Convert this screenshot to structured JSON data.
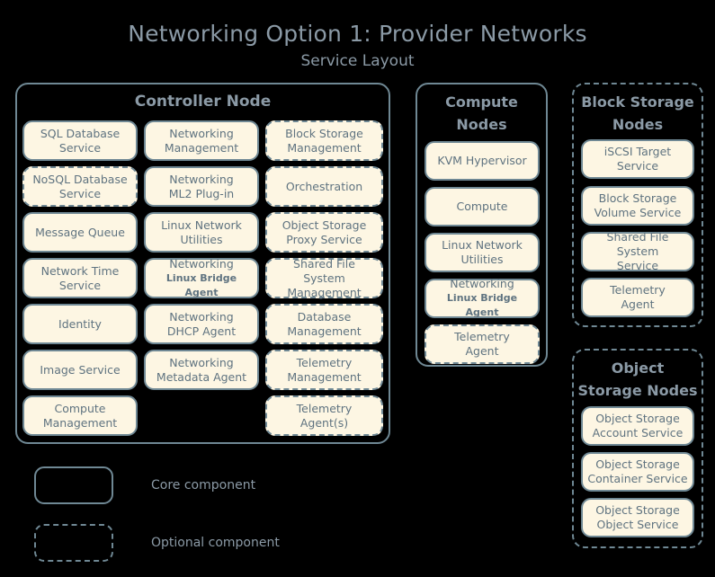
{
  "title": {
    "main": "Networking Option 1: Provider Networks",
    "sub": "Service Layout"
  },
  "sections": {
    "controller": {
      "name": "Controller Node",
      "style": "core",
      "columns": [
        {
          "boxes": [
            {
              "line1": "SQL Database",
              "line2": "Service",
              "style": "core"
            },
            {
              "line1": "NoSQL Database",
              "line2": "Service",
              "style": "optional"
            },
            {
              "line1": "Message Queue",
              "line2": "",
              "style": "core"
            },
            {
              "line1": "Network Time",
              "line2": "Service",
              "style": "core"
            },
            {
              "line1": "Identity",
              "line2": "",
              "style": "core"
            },
            {
              "line1": "Image Service",
              "line2": "",
              "style": "core"
            },
            {
              "line1": "Compute",
              "line2": "Management",
              "style": "core"
            }
          ]
        },
        {
          "boxes": [
            {
              "line1": "Networking",
              "line2": "Management",
              "style": "core"
            },
            {
              "line1": "Networking",
              "line2": "ML2 Plug-in",
              "style": "core"
            },
            {
              "line1": "Linux Network",
              "line2": "Utilities",
              "style": "core"
            },
            {
              "line1": "Networking",
              "line2": "Linux Bridge Agent",
              "style": "core",
              "small2": true
            },
            {
              "line1": "Networking",
              "line2": "DHCP Agent",
              "style": "core"
            },
            {
              "line1": "Networking",
              "line2": "Metadata Agent",
              "style": "core"
            }
          ]
        },
        {
          "boxes": [
            {
              "line1": "Block Storage",
              "line2": "Management",
              "style": "optional"
            },
            {
              "line1": "Orchestration",
              "line2": "",
              "style": "optional"
            },
            {
              "line1": "Object Storage",
              "line2": "Proxy Service",
              "style": "optional"
            },
            {
              "line1": "Shared File System",
              "line2": "Management",
              "style": "optional"
            },
            {
              "line1": "Database",
              "line2": "Management",
              "style": "optional"
            },
            {
              "line1": "Telemetry",
              "line2": "Management",
              "style": "optional"
            },
            {
              "line1": "Telemetry",
              "line2": "Agent(s)",
              "style": "optional"
            }
          ]
        }
      ]
    },
    "compute": {
      "name_line1": "Compute",
      "name_line2": "Nodes",
      "style": "core",
      "boxes": [
        {
          "line1": "KVM Hypervisor",
          "line2": "",
          "style": "core"
        },
        {
          "line1": "Compute",
          "line2": "",
          "style": "core"
        },
        {
          "line1": "Linux Network",
          "line2": "Utilities",
          "style": "core"
        },
        {
          "line1": "Networking",
          "line2": "Linux Bridge Agent",
          "style": "core",
          "small2": true
        },
        {
          "line1": "Telemetry",
          "line2": "Agent",
          "style": "optional"
        }
      ]
    },
    "block_storage": {
      "name_line1": "Block Storage",
      "name_line2": "Nodes",
      "style": "optional",
      "boxes": [
        {
          "line1": "iSCSI Target",
          "line2": "Service",
          "style": "core"
        },
        {
          "line1": "Block Storage",
          "line2": "Volume Service",
          "style": "core"
        },
        {
          "line1": "Shared File System",
          "line2": "Service",
          "style": "core"
        },
        {
          "line1": "Telemetry",
          "line2": "Agent",
          "style": "core"
        }
      ]
    },
    "object_storage": {
      "name_line1": "Object",
      "name_line2": "Storage Nodes",
      "style": "optional",
      "boxes": [
        {
          "line1": "Object Storage",
          "line2": "Account Service",
          "style": "core"
        },
        {
          "line1": "Object Storage",
          "line2": "Container Service",
          "style": "core"
        },
        {
          "line1": "Object Storage",
          "line2": "Object Service",
          "style": "core"
        }
      ]
    }
  },
  "legend": {
    "items": [
      {
        "label": "Core component",
        "style": "core"
      },
      {
        "label": "Optional component",
        "style": "optional"
      }
    ]
  },
  "colors": {
    "background": "#000000",
    "box_fill": "#fdf6e3",
    "border": "#6f8894",
    "title_text": "#8b9aa6",
    "box_text": "#5f7380"
  }
}
